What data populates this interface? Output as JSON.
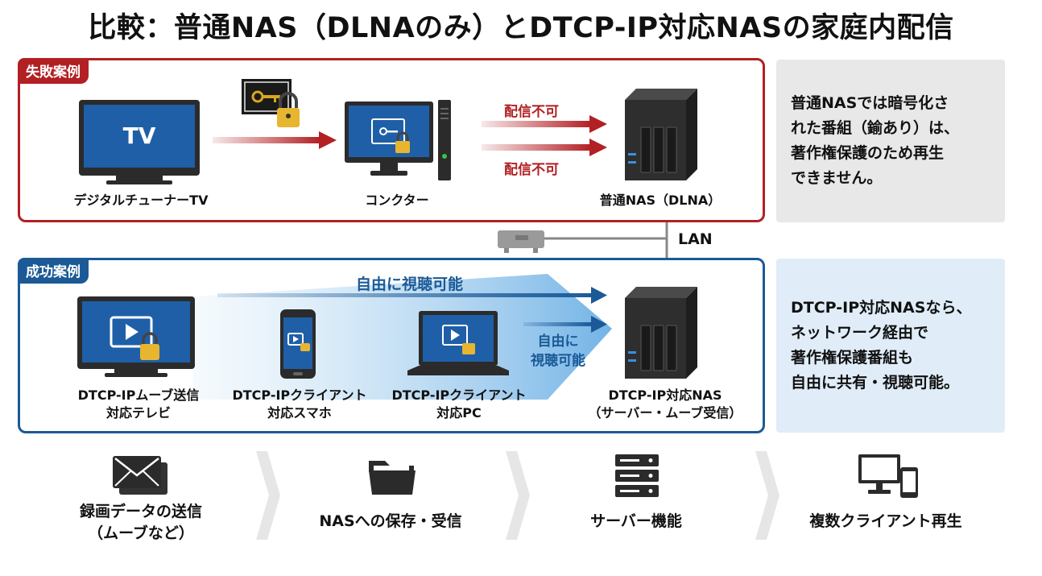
{
  "title": "比較：普通NAS（DLNAのみ）とDTCP-IP対応NASの家庭内配信",
  "failure": {
    "tag": "失敗案例",
    "tv_screen_text": "TV",
    "tv_label": "デジタルチューナーTV",
    "pc_label": "コンクター",
    "nas_label": "普通NAS（DLNA）",
    "arrow_text_1": "配信不可",
    "arrow_text_2": "配信不可",
    "note": [
      "普通NASでは暗号化さ",
      "れた番組（鍮あり）は、",
      "著作権保護のため再生",
      "できません。"
    ]
  },
  "lan_label": "LAN",
  "success": {
    "tag": "成功案例",
    "arrow_text_top": "自由に視聴可能",
    "arrow_text_mid": [
      "自由に",
      "視聴可能"
    ],
    "devices": [
      {
        "line1": "DTCP-IPムーブ送信",
        "line2": "対応テレビ"
      },
      {
        "line1": "DTCP-IPクライアント",
        "line2": "対応スマホ"
      },
      {
        "line1": "DTCP-IPクライアント",
        "line2": "対応PC"
      },
      {
        "line1": "DTCP-IP対応NAS",
        "line2": "（サーバー・ムーブ受信）"
      }
    ],
    "note": [
      "DTCP-IP対応NASなら、",
      "ネットワーク経由で",
      "著作権保護番組も",
      "自由に共有・視聴可能。"
    ]
  },
  "steps": [
    {
      "icon": "envelope-icon",
      "line1": "録画データの送信",
      "line2": "（ムーブなど）"
    },
    {
      "icon": "folder-icon",
      "line1": "NASへの保存・受信",
      "line2": ""
    },
    {
      "icon": "server-icon",
      "line1": "サーバー機能",
      "line2": ""
    },
    {
      "icon": "devices-icon",
      "line1": "複数クライアント再生",
      "line2": ""
    }
  ],
  "colors": {
    "fail": "#b22024",
    "success": "#1b5a96",
    "screen": "#1f5fa8"
  }
}
